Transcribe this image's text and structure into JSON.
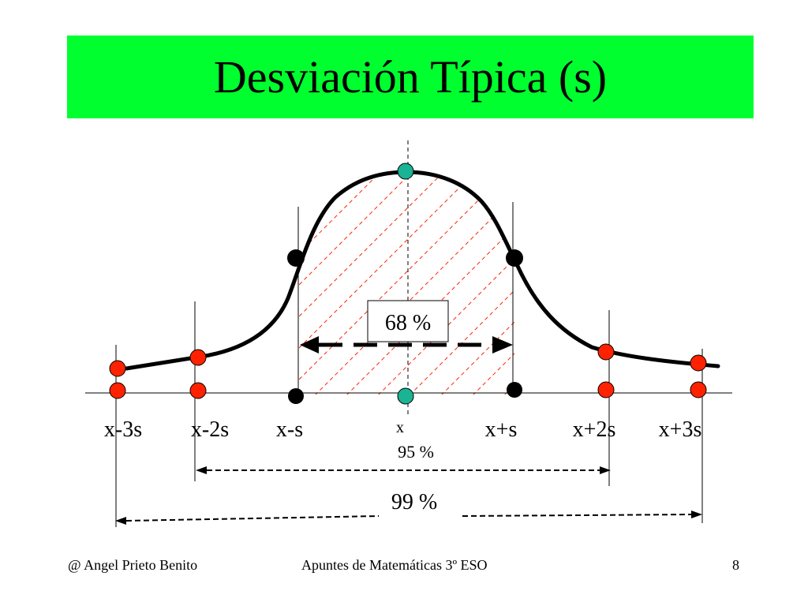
{
  "title": "Desviación Típica (s)",
  "colors": {
    "banner": "#00ff2e",
    "point_outer": "#ff2200",
    "point_inner": "#000000",
    "point_mean": "#1ab394",
    "hatch": "#ff2200"
  },
  "labels": {
    "x_minus_3s": "x-3s",
    "x_minus_2s": "x-2s",
    "x_minus_s": "x-s",
    "x_mean": "x",
    "x_plus_s": "x+s",
    "x_plus_2s": "x+2s",
    "x_plus_3s": "x+3s"
  },
  "percentages": {
    "one_sigma": "68 %",
    "two_sigma": "95 %",
    "three_sigma": "99 %"
  },
  "footer": {
    "author": "@ Angel Prieto Benito",
    "course": "Apuntes de Matemáticas 3º ESO",
    "page": "8"
  }
}
